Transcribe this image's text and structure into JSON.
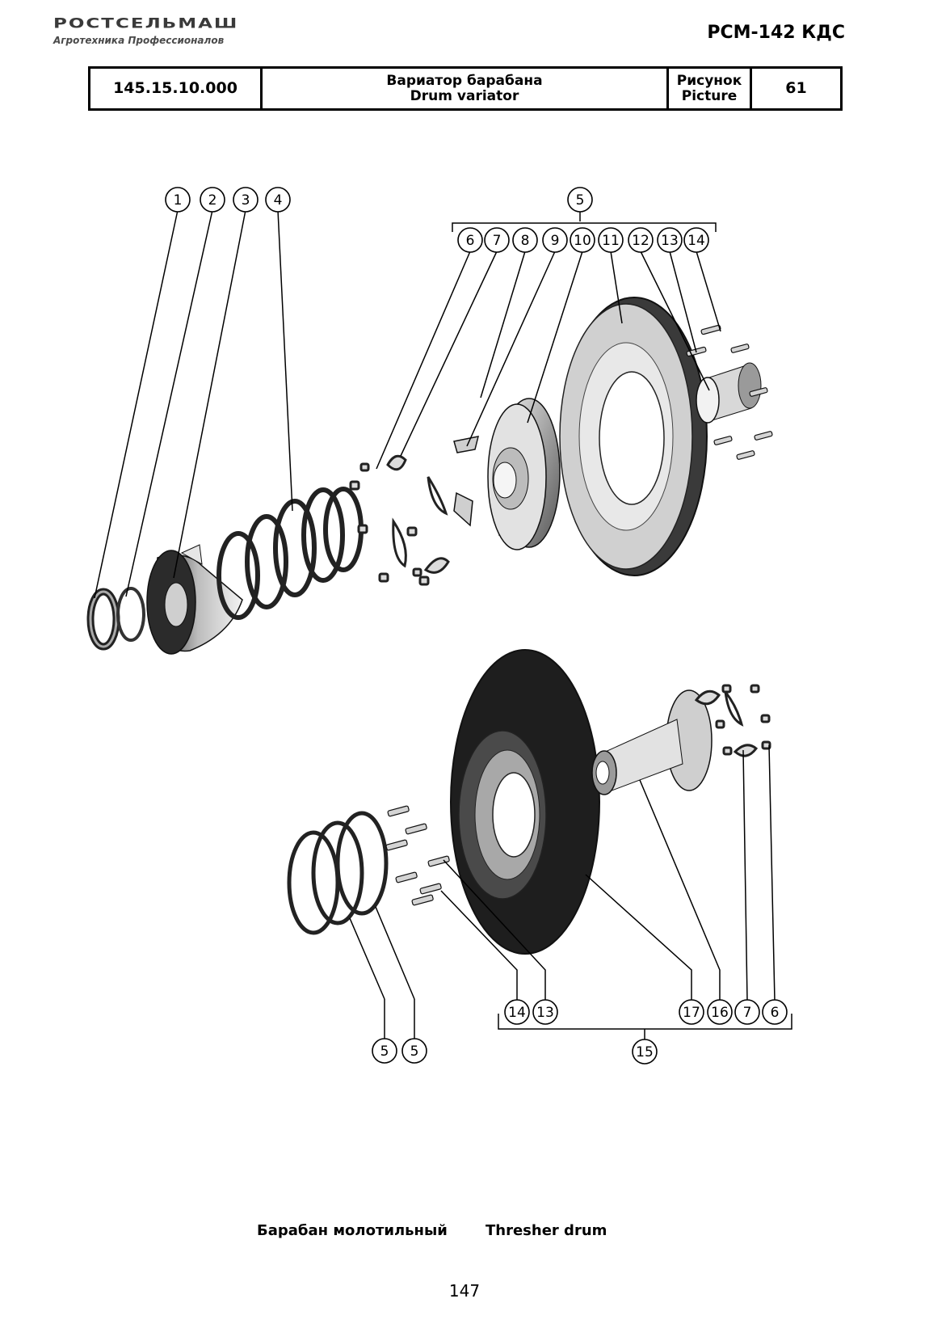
{
  "header": {
    "brand": "РОСТСЕЛЬМАШ",
    "brand_tagline": "Агротехника Профессионалов",
    "model": "РСМ-142 КДС"
  },
  "title_block": {
    "code": "145.15.10.000",
    "name_ru": "Вариатор барабана",
    "name_en": "Drum variator",
    "picture_label_ru": "Рисунок",
    "picture_label_en": "Picture",
    "picture_number": "61"
  },
  "callouts_top": [
    "1",
    "2",
    "3",
    "4",
    "5",
    "6",
    "7",
    "8",
    "9",
    "10",
    "11",
    "12",
    "13",
    "14"
  ],
  "callouts_bottom": [
    "14",
    "13",
    "17",
    "16",
    "7",
    "6",
    "15",
    "5",
    "5"
  ],
  "caption": {
    "ru": "Барабан молотильный",
    "en": "Thresher drum"
  },
  "page_number": "147"
}
